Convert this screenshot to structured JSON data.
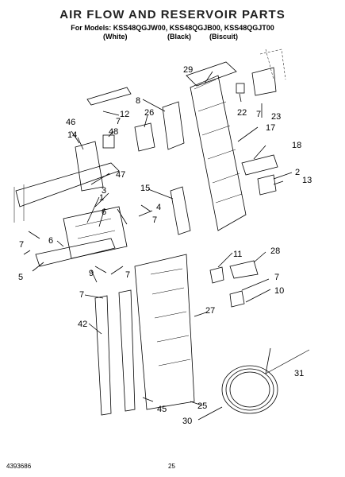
{
  "header": {
    "title": "AIR FLOW AND RESERVOIR PARTS",
    "models_line": "For Models: KSS48QGJW00, KSS48QGJB00, KSS48QGJT00",
    "variants": [
      "(White)",
      "(Black)",
      "(Biscuit)"
    ]
  },
  "callouts": [
    "29",
    "12",
    "8",
    "26",
    "22",
    "7",
    "23",
    "46",
    "7",
    "48",
    "17",
    "14",
    "18",
    "2",
    "47",
    "13",
    "15",
    "3",
    "4",
    "1",
    "6",
    "7",
    "7",
    "6",
    "7",
    "5",
    "9",
    "28",
    "11",
    "7",
    "7",
    "10",
    "27",
    "42",
    "31",
    "45",
    "25",
    "30"
  ],
  "footer": {
    "doc_number": "4393686",
    "page_number": "25"
  }
}
